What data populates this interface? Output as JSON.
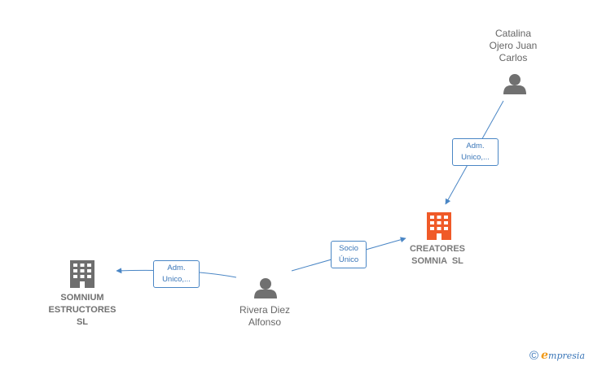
{
  "nodes": {
    "catalina": {
      "name_lines": [
        "Catalina",
        "Ojero Juan",
        "Carlos"
      ],
      "icon": "person-icon"
    },
    "rivera": {
      "name_lines": [
        "Rivera Diez",
        "Alfonso"
      ],
      "icon": "person-icon"
    },
    "creatores": {
      "name_lines": [
        "CREATORES",
        "SOMNIA  SL"
      ],
      "icon": "building-icon",
      "color": "#f05a28"
    },
    "somnium": {
      "name_lines": [
        "SOMNIUM",
        "ESTRUCTORES",
        "SL"
      ],
      "icon": "building-icon",
      "color": "#6e6e6e"
    }
  },
  "edges": {
    "catalina_creatores": {
      "label_lines": [
        "Adm.",
        "Unico,..."
      ]
    },
    "rivera_creatores": {
      "label_lines": [
        "Socio",
        "Único"
      ]
    },
    "rivera_somnium": {
      "label_lines": [
        "Adm.",
        "Unico,..."
      ]
    }
  },
  "colors": {
    "edge": "#4a86c5",
    "person": "#707070"
  },
  "brand": {
    "copyright": "©",
    "e": "e",
    "rest": "mpresia"
  }
}
